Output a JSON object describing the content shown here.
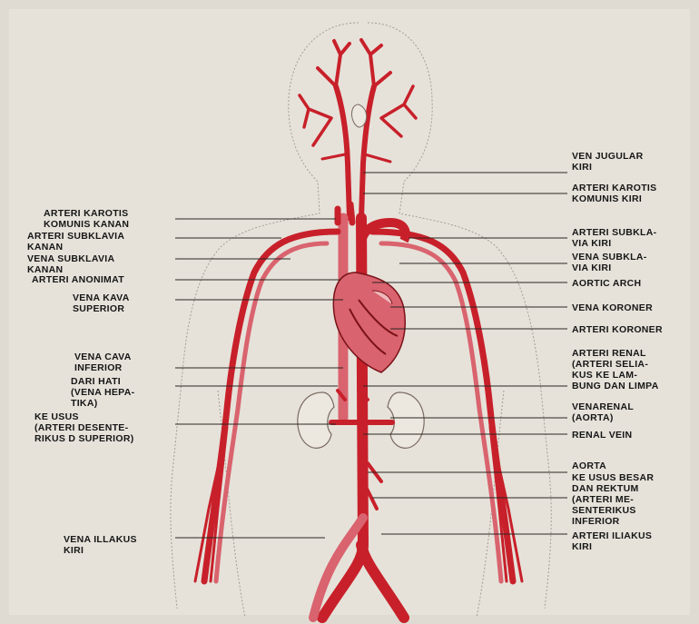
{
  "labels_left": [
    {
      "id": "arteri-karotis-komunis-kanan",
      "text": "ARTERI KAROTIS\nKOMUNIS KANAN"
    },
    {
      "id": "arteri-subklavia-kanan",
      "text": "ARTERI SUBKLAVIA\nKANAN"
    },
    {
      "id": "vena-subklavia-kanan",
      "text": "VENA SUBKLAVIA\nKANAN"
    },
    {
      "id": "arteri-anonimat",
      "text": "ARTERI ANONIMAT"
    },
    {
      "id": "vena-kava-superior",
      "text": "VENA KAVA\nSUPERIOR"
    },
    {
      "id": "vena-cava-inferior",
      "text": "VENA CAVA\nINFERIOR"
    },
    {
      "id": "dari-hati",
      "text": "DARI HATI\n(VENA HEPA-\nTIKA)"
    },
    {
      "id": "ke-usus",
      "text": "KE USUS\n(ARTERI DESENTE-\nRIKUS D SUPERIOR)"
    },
    {
      "id": "vena-illakus-kiri",
      "text": "VENA ILLAKUS\nKIRI"
    }
  ],
  "labels_right": [
    {
      "id": "ven-jugular-kiri",
      "text": "VEN JUGULAR\nKIRI"
    },
    {
      "id": "arteri-karotis-komunis-kiri",
      "text": "ARTERI KAROTIS\nKOMUNIS KIRI"
    },
    {
      "id": "arteri-subklavia-kiri",
      "text": "ARTERI SUBKLA-\nVIA KIRI"
    },
    {
      "id": "vena-subklavia-kiri",
      "text": "VENA SUBKLA-\nVIA KIRI"
    },
    {
      "id": "aortic-arch",
      "text": "AORTIC ARCH"
    },
    {
      "id": "vena-koroner",
      "text": "VENA KORONER"
    },
    {
      "id": "arteri-koroner",
      "text": "ARTERI KORONER"
    },
    {
      "id": "arteri-renal",
      "text": "ARTERI RENAL\n(ARTERI SELIA-\nKUS KE LAM-\nBUNG DAN LIMPA"
    },
    {
      "id": "venarenal",
      "text": "VENARENAL\n(AORTA)"
    },
    {
      "id": "renal-vein",
      "text": "RENAL VEIN"
    },
    {
      "id": "aorta",
      "text": "AORTA"
    },
    {
      "id": "ke-usus-besar",
      "text": "KE USUS BESAR\nDAN REKTUM\n(ARTERI ME-\nSENTERIKUS\nINFERIOR"
    },
    {
      "id": "arteri-iliakus-kiri",
      "text": "ARTERI ILIAKUS\nKIRI"
    }
  ],
  "colors": {
    "artery": "#c8202a",
    "vein": "#d9636e",
    "outline": "#7a6a60",
    "paper": "#e6e2da",
    "label": "#161616"
  }
}
